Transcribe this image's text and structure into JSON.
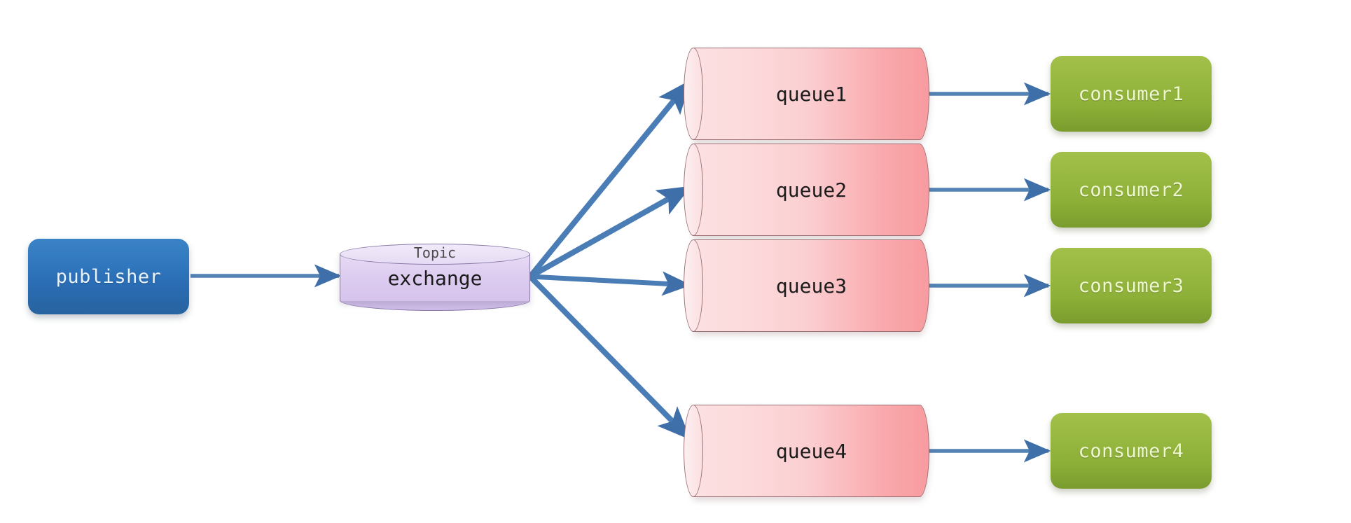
{
  "diagram": {
    "title_text": "",
    "colors": {
      "publisher_fill": "#2f76bd",
      "exchange_fill": "#ddcdf0",
      "queue_fill_light": "#fbe0e2",
      "queue_fill_dark": "#f79b9f",
      "consumer_fill": "#95b63f",
      "arrow": "#4a7db5",
      "background": "#ffffff"
    }
  },
  "publisher": {
    "label": "publisher"
  },
  "exchange": {
    "kind": "Topic",
    "name": "exchange"
  },
  "queues": [
    {
      "label": "queue1"
    },
    {
      "label": "queue2"
    },
    {
      "label": "queue3"
    },
    {
      "label": "queue4"
    }
  ],
  "consumers": [
    {
      "label": "consumer1"
    },
    {
      "label": "consumer2"
    },
    {
      "label": "consumer3"
    },
    {
      "label": "consumer4"
    }
  ]
}
